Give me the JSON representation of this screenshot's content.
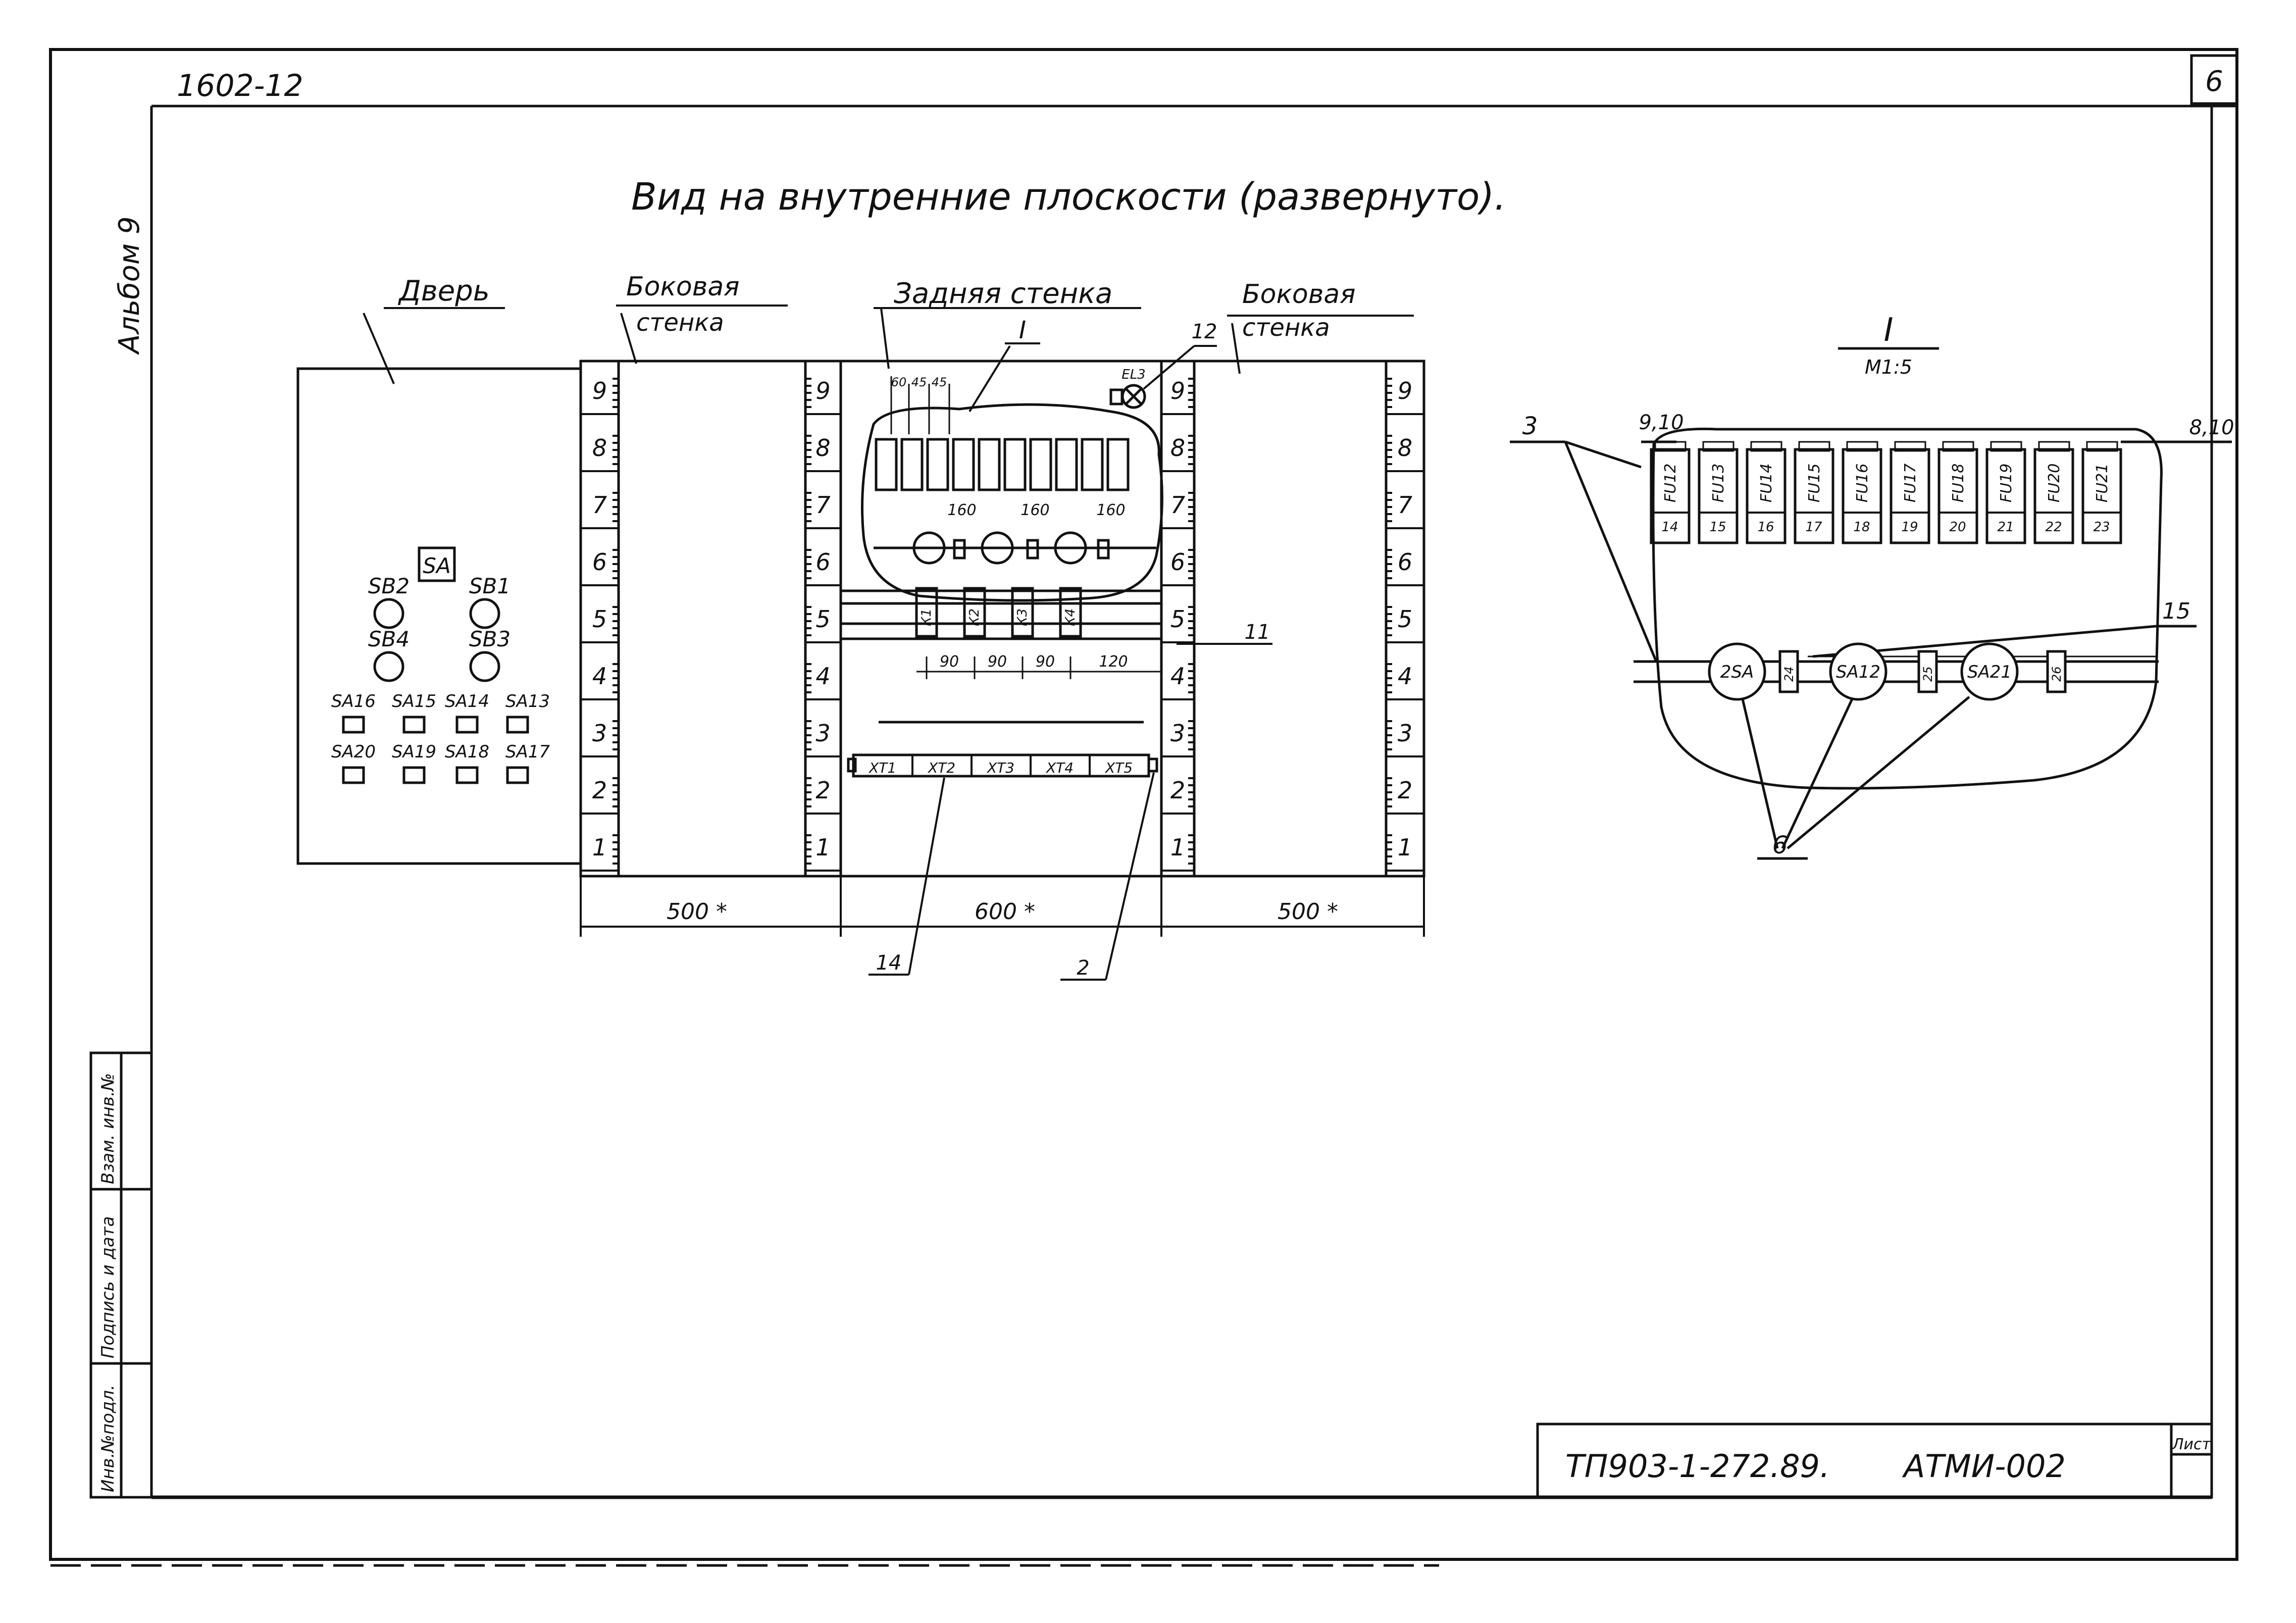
{
  "sheet": {
    "album_code": "1602-12",
    "album_label": "Альбом 9",
    "sheet_number": "6",
    "doc_code": "ТП903-1-272.89.",
    "doc_mark": "АТМИ-002",
    "sheet_label": "Лист"
  },
  "stamp": {
    "inv_orig": "Инв.№подл.",
    "sign_date": "Подпись и дата",
    "replace_inv": "Взам. инв.№"
  },
  "title": "Вид на внутренние плоскости (развернуто).",
  "sections": {
    "door": "Дверь",
    "side_left_1": "Боковая",
    "side_left_2": "стенка",
    "back_wall": "Задняя стенка",
    "side_right_1": "Боковая",
    "side_right_2": "стенка"
  },
  "door_items": {
    "SA": "SA",
    "SB1": "SB1",
    "SB2": "SB2",
    "SB3": "SB3",
    "SB4": "SB4",
    "SA13": "SA13",
    "SA14": "SA14",
    "SA15": "SA15",
    "SA16": "SA16",
    "SA17": "SA17",
    "SA18": "SA18",
    "SA19": "SA19",
    "SA20": "SA20"
  },
  "ruler_marks": [
    "1",
    "2",
    "3",
    "4",
    "5",
    "6",
    "7",
    "8",
    "9"
  ],
  "dimensions": {
    "w_left": "500 *",
    "w_mid": "600 *",
    "w_right": "500 *",
    "d160a": "160",
    "d160b": "160",
    "d160c": "160",
    "d60": "60",
    "d45a": "45",
    "d45b": "45",
    "d90a": "90",
    "d90b": "90",
    "d90c": "90",
    "d120": "120"
  },
  "callouts": {
    "c1": "I",
    "c12": "12",
    "c11": "11",
    "c14": "14",
    "c2": "2",
    "lamp": "EL3",
    "det_title": "I",
    "det_scale": "М1:5",
    "c3": "3",
    "c910": "9,10",
    "c810": "8,10",
    "c15": "15",
    "c6": "6"
  },
  "back_items": {
    "relays": [
      "К1",
      "К2",
      "К3",
      "К4"
    ],
    "terminals": [
      "ХТ1",
      "ХТ2",
      "ХТ3",
      "ХТ4",
      "ХТ5"
    ]
  },
  "detail": {
    "fuses": [
      "FU12",
      "FU13",
      "FU14",
      "FU15",
      "FU16",
      "FU17",
      "FU18",
      "FU19",
      "FU20",
      "FU21"
    ],
    "numbers": [
      "14",
      "15",
      "16",
      "17",
      "18",
      "19",
      "20",
      "21",
      "22",
      "23"
    ],
    "switches": [
      "2SA",
      "SA12",
      "SA21"
    ],
    "blocks": [
      "24",
      "25",
      "26"
    ]
  }
}
